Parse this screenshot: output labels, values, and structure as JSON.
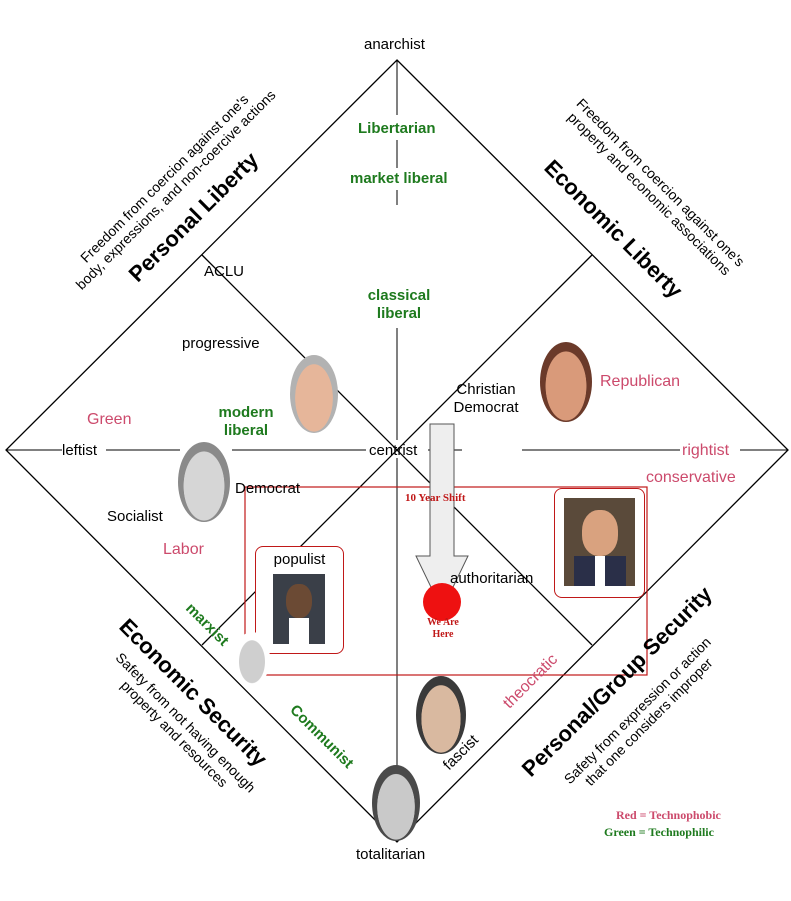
{
  "axes": {
    "top": "anarchist",
    "bottom": "totalitarian",
    "left": "leftist",
    "right": "rightist",
    "center": "centrist"
  },
  "regions": {
    "personal_liberty": {
      "title": "Personal Liberty",
      "description_line1": "Freedom from coercion against one's",
      "description_line2": "body, expressions, and non-coercive actions"
    },
    "economic_liberty": {
      "title": "Economic Liberty",
      "description_line1": "Freedom from coercion against one's",
      "description_line2": "property and economic associations"
    },
    "economic_security": {
      "title": "Economic Security",
      "description_line1": "Safety from not having enough",
      "description_line2": "property and resources"
    },
    "group_security": {
      "title": "Personal/Group Security",
      "description_line1": "Safety from expression or action",
      "description_line2": "that one considers improper"
    }
  },
  "labels": {
    "libertarian": "Libertarian",
    "market_liberal": "market liberal",
    "classical_liberal_1": "classical",
    "classical_liberal_2": "liberal",
    "aclu": "ACLU",
    "progressive": "progressive",
    "green": "Green",
    "modern_liberal_1": "modern",
    "modern_liberal_2": "liberal",
    "christian_democrat_1": "Christian",
    "christian_democrat_2": "Democrat",
    "republican": "Republican",
    "conservative": "conservative",
    "democrat": "Democrat",
    "socialist": "Socialist",
    "labor": "Labor",
    "populist": "populist",
    "authoritarian": "authoritarian",
    "marxist": "marxist",
    "communist": "Communist",
    "fascist": "fascist",
    "theocratic": "theocratic"
  },
  "annotations": {
    "shift_label": "10 Year Shift",
    "here_line1": "We Are",
    "here_line2": "Here"
  },
  "legend": {
    "red": "Red = Technophobic",
    "green": "Green = Technophilic"
  },
  "colors": {
    "green": "#1e7a1e",
    "pink": "#cc4a6c",
    "red": "#c01818"
  }
}
